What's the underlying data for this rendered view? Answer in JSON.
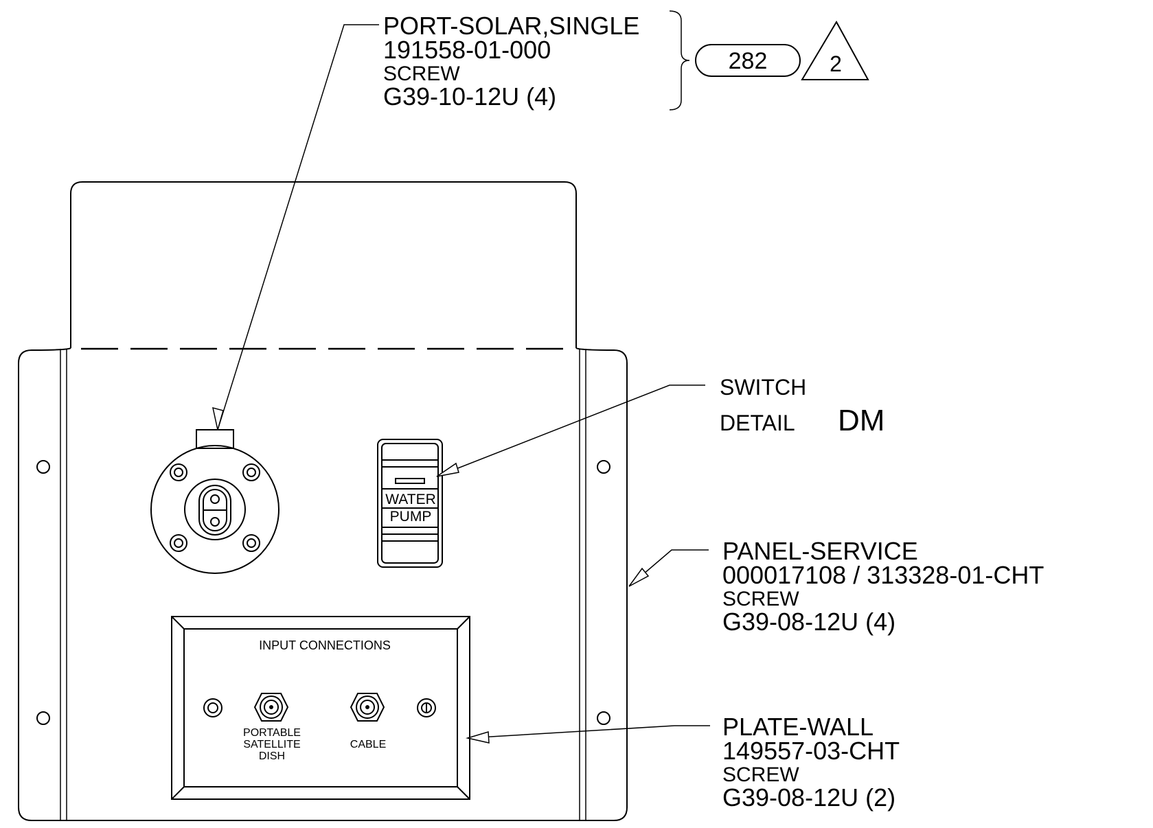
{
  "callouts": {
    "port_solar": {
      "part_name": "PORT-SOLAR,SINGLE",
      "part_number": "191558-01-000",
      "hardware_label": "SCREW",
      "hardware_number": "G39-10-12U (4)",
      "balloon": "282",
      "revision": "2"
    },
    "switch": {
      "part_name": "SWITCH",
      "detail_label": "DETAIL",
      "detail_id": "DM"
    },
    "panel_service": {
      "part_name": "PANEL-SERVICE",
      "part_number": "000017108 / 313328-01-CHT",
      "hardware_label": "SCREW",
      "hardware_number": "G39-08-12U (4)"
    },
    "plate_wall": {
      "part_name": "PLATE-WALL",
      "part_number": "149557-03-CHT",
      "hardware_label": "SCREW",
      "hardware_number": "G39-08-12U (2)"
    }
  },
  "panel": {
    "switch_label_line1": "WATER",
    "switch_label_line2": "PUMP",
    "wall_plate": {
      "title": "INPUT CONNECTIONS",
      "left_jack_label_line1": "PORTABLE",
      "left_jack_label_line2": "SATELLITE",
      "left_jack_label_line3": "DISH",
      "right_jack_label": "CABLE"
    }
  }
}
